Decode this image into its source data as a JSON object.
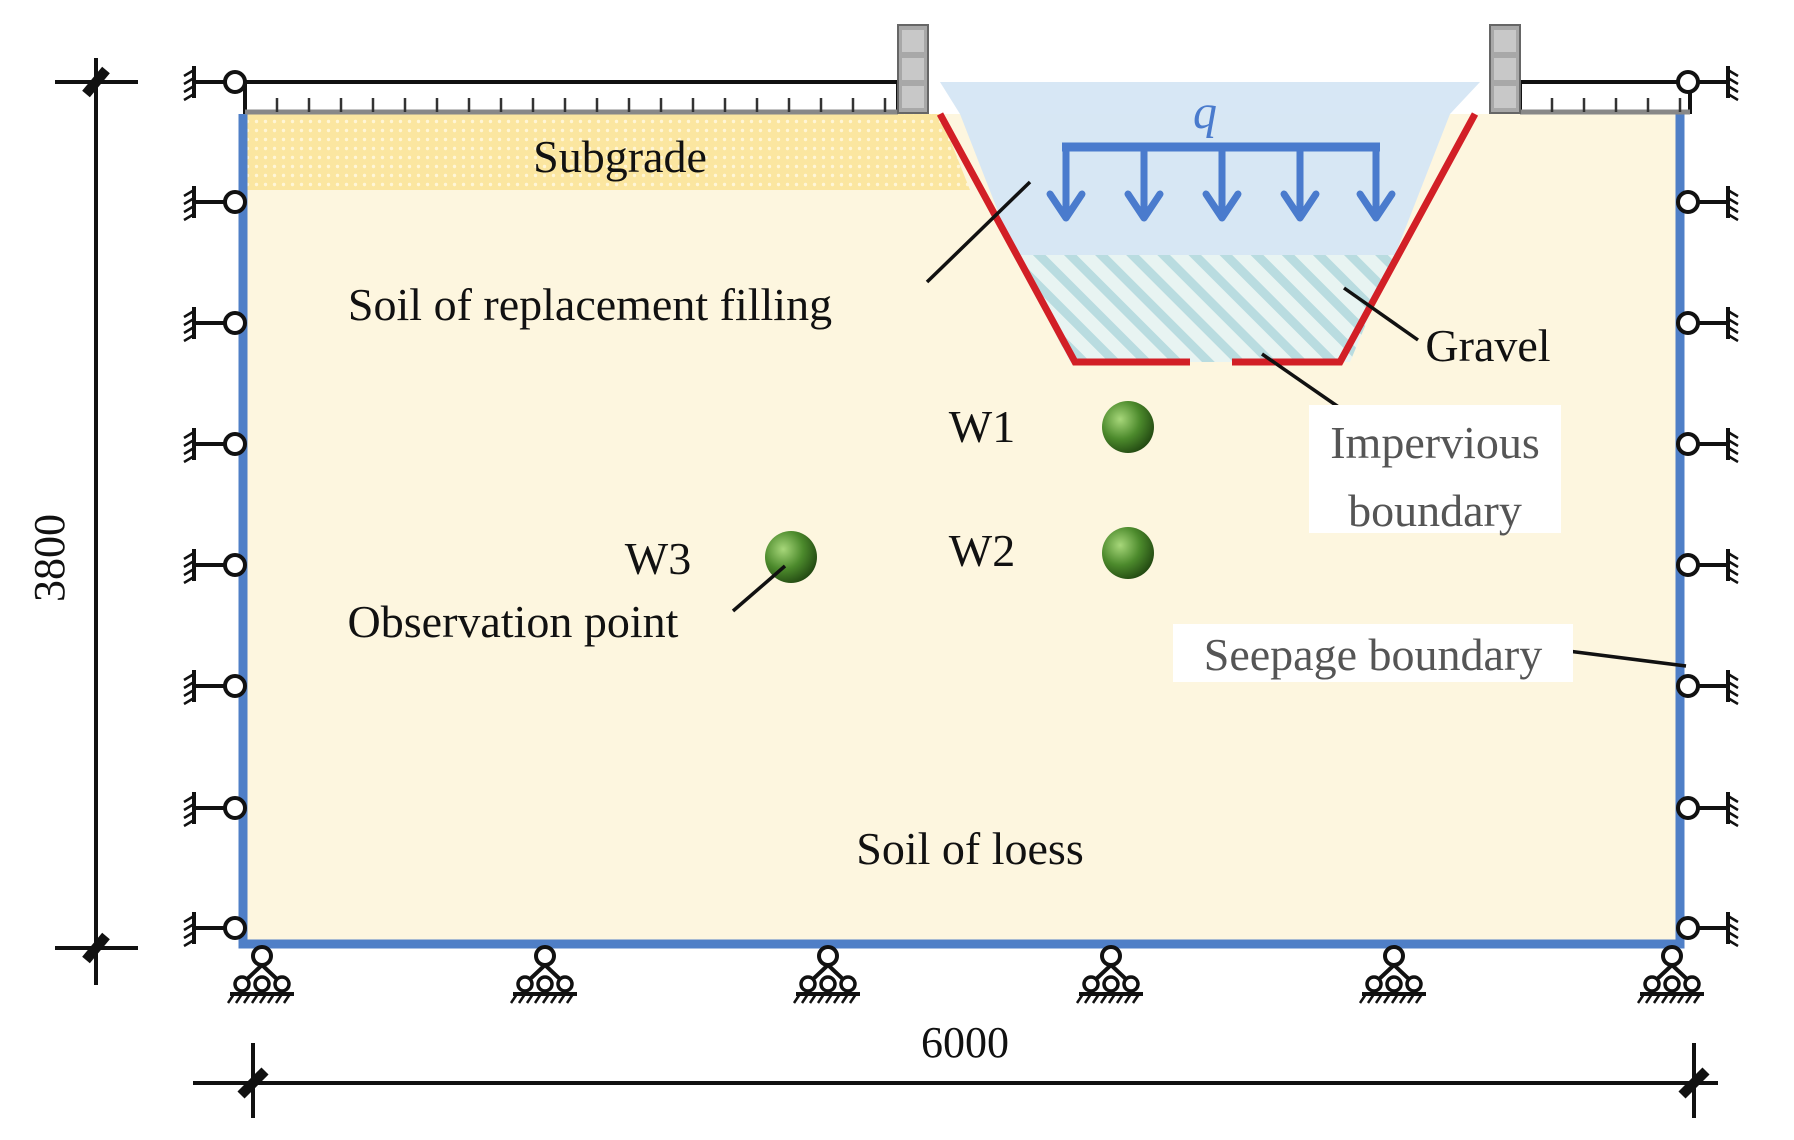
{
  "labels": {
    "subgrade": "Subgrade",
    "replacement_soil": "Soil of replacement filling",
    "gravel": "Gravel",
    "impervious_1": "Impervious",
    "impervious_2": "boundary",
    "seepage": "Seepage boundary",
    "loess": "Soil of loess",
    "load": "q",
    "observation": "Observation point"
  },
  "observation_points": [
    {
      "id": "W1"
    },
    {
      "id": "W2"
    },
    {
      "id": "W3"
    }
  ],
  "dimensions": {
    "width": "6000",
    "height": "3800"
  },
  "colors": {
    "loess": "#fdf6df",
    "subgrade": "#fbe6a0",
    "replacement": "#d5e6f4",
    "gravel_stripe": "#b9dce0",
    "seepage_boundary": "#4f7fc7",
    "impervious_boundary": "#d21f26",
    "load_arrow": "#4a7bcd",
    "observation_point": "#4c8a2c"
  }
}
